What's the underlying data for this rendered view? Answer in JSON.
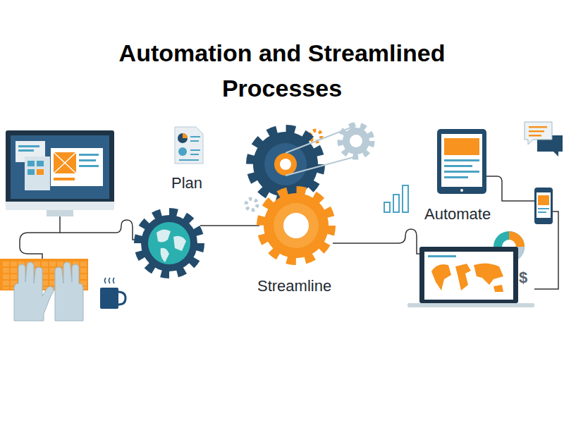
{
  "diagram": {
    "title": "Automation and Streamlined Processes",
    "labels": [
      "Plan",
      "Streamline",
      "Automate",
      "$"
    ]
  }
}
